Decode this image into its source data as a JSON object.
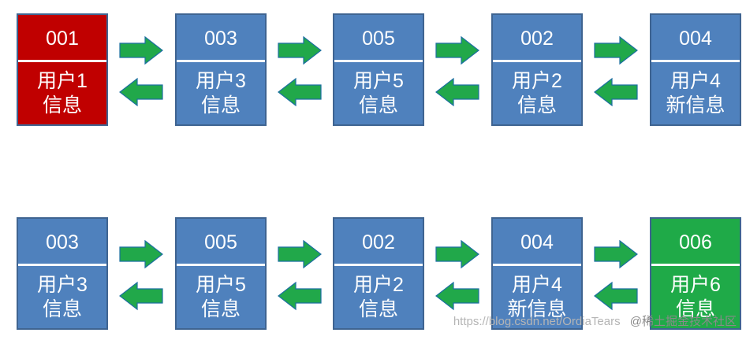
{
  "colors": {
    "node_default": "#4f81bd",
    "node_border": "#3f6491",
    "node_head": "#c00000",
    "node_new": "#1faa48",
    "arrow_fill": "#21a84a",
    "arrow_stroke": "#1c6fa0"
  },
  "rows": [
    {
      "nodes": [
        {
          "id": "001",
          "info": [
            "用户1",
            "信息"
          ],
          "status": "head"
        },
        {
          "id": "003",
          "info": [
            "用户3",
            "信息"
          ],
          "status": "default"
        },
        {
          "id": "005",
          "info": [
            "用户5",
            "信息"
          ],
          "status": "default"
        },
        {
          "id": "002",
          "info": [
            "用户2",
            "信息"
          ],
          "status": "default"
        },
        {
          "id": "004",
          "info": [
            "用户4",
            "新信息"
          ],
          "status": "default"
        }
      ]
    },
    {
      "nodes": [
        {
          "id": "003",
          "info": [
            "用户3",
            "信息"
          ],
          "status": "default"
        },
        {
          "id": "005",
          "info": [
            "用户5",
            "信息"
          ],
          "status": "default"
        },
        {
          "id": "002",
          "info": [
            "用户2",
            "信息"
          ],
          "status": "default"
        },
        {
          "id": "004",
          "info": [
            "用户4",
            "新信息"
          ],
          "status": "default"
        },
        {
          "id": "006",
          "info": [
            "用户6",
            "信息"
          ],
          "status": "new"
        }
      ]
    }
  ],
  "watermark": {
    "url": "https://blog.csdn.net/OrdiaTears",
    "text": "@稀土掘金技术社区"
  }
}
